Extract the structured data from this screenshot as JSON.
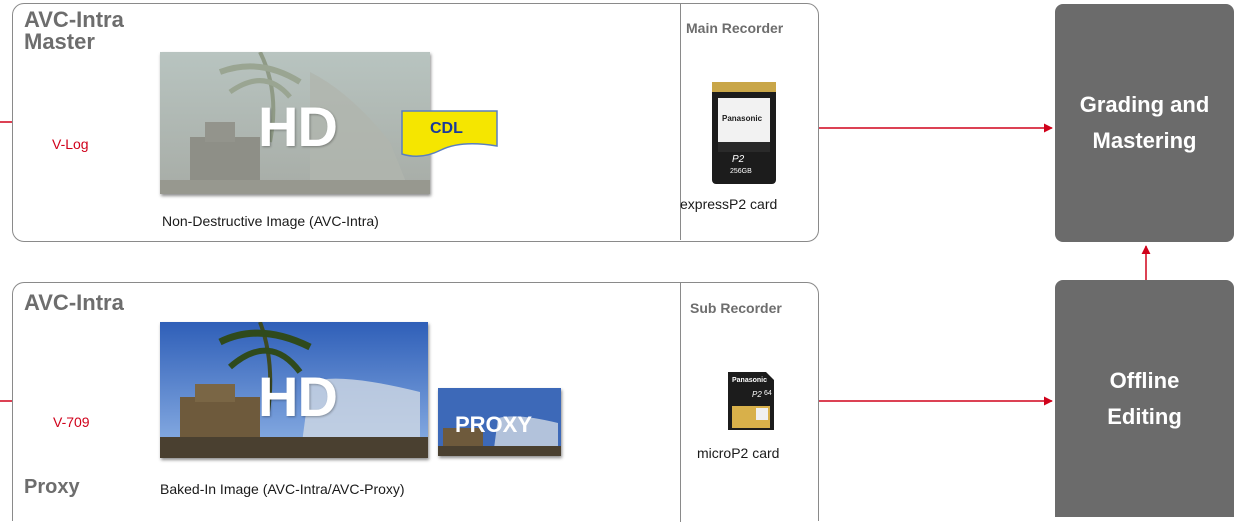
{
  "top_panel": {
    "title_line1": "AVC-Intra",
    "title_line2": "Master",
    "signal_label": "V-Log",
    "image_label": "HD",
    "cdl_label": "CDL",
    "caption": "Non-Destructive Image (AVC-Intra)",
    "recorder_label": "Main Recorder",
    "card_caption": "expressP2 card",
    "card_brand": "Panasonic",
    "card_logo": "P2",
    "card_capacity": "256GB"
  },
  "bottom_panel": {
    "title": "AVC-Intra",
    "subtitle": "Proxy",
    "signal_label": "V-709",
    "image_label": "HD",
    "proxy_label": "PROXY",
    "caption": "Baked-In Image (AVC-Intra/AVC-Proxy)",
    "recorder_label": "Sub Recorder",
    "card_caption": "microP2 card",
    "card_brand": "Panasonic",
    "card_logo": "P2",
    "card_capacity": "64"
  },
  "destinations": {
    "grading": "Grading and Mastering",
    "offline": "Offline Editing"
  },
  "colors": {
    "arrow": "#d0021b",
    "box": "#6b6b6b",
    "cdl_fill": "#f5e600"
  }
}
